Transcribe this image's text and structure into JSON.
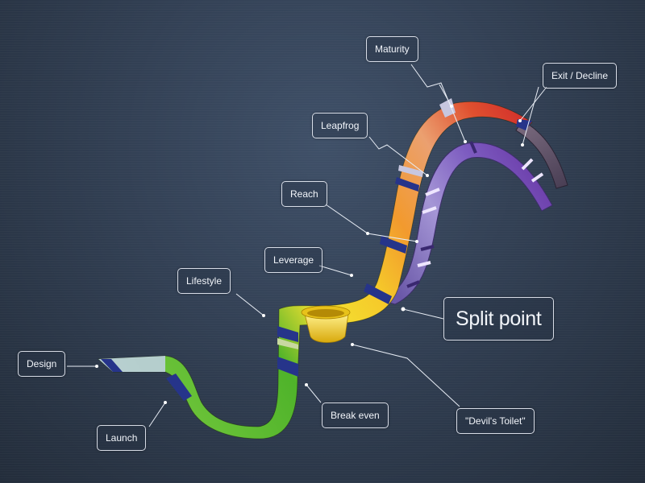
{
  "labels": {
    "design": "Design",
    "launch": "Launch",
    "lifestyle": "Lifestyle",
    "break_even": "Break even",
    "leverage": "Leverage",
    "reach": "Reach",
    "leapfrog": "Leapfrog",
    "maturity": "Maturity",
    "exit_decline": "Exit / Decline",
    "split_point": "Split point",
    "devils_toilet": "\"Devil's Toilet\""
  },
  "colors": {
    "background": "#2f3c4f",
    "green": "#5cbf2a",
    "yellow": "#f2d21e",
    "orange": "#f2992e",
    "red": "#d9392b",
    "purple": "#7a5ab8",
    "band": "#26348a",
    "label_border": "#ebf0f8"
  }
}
